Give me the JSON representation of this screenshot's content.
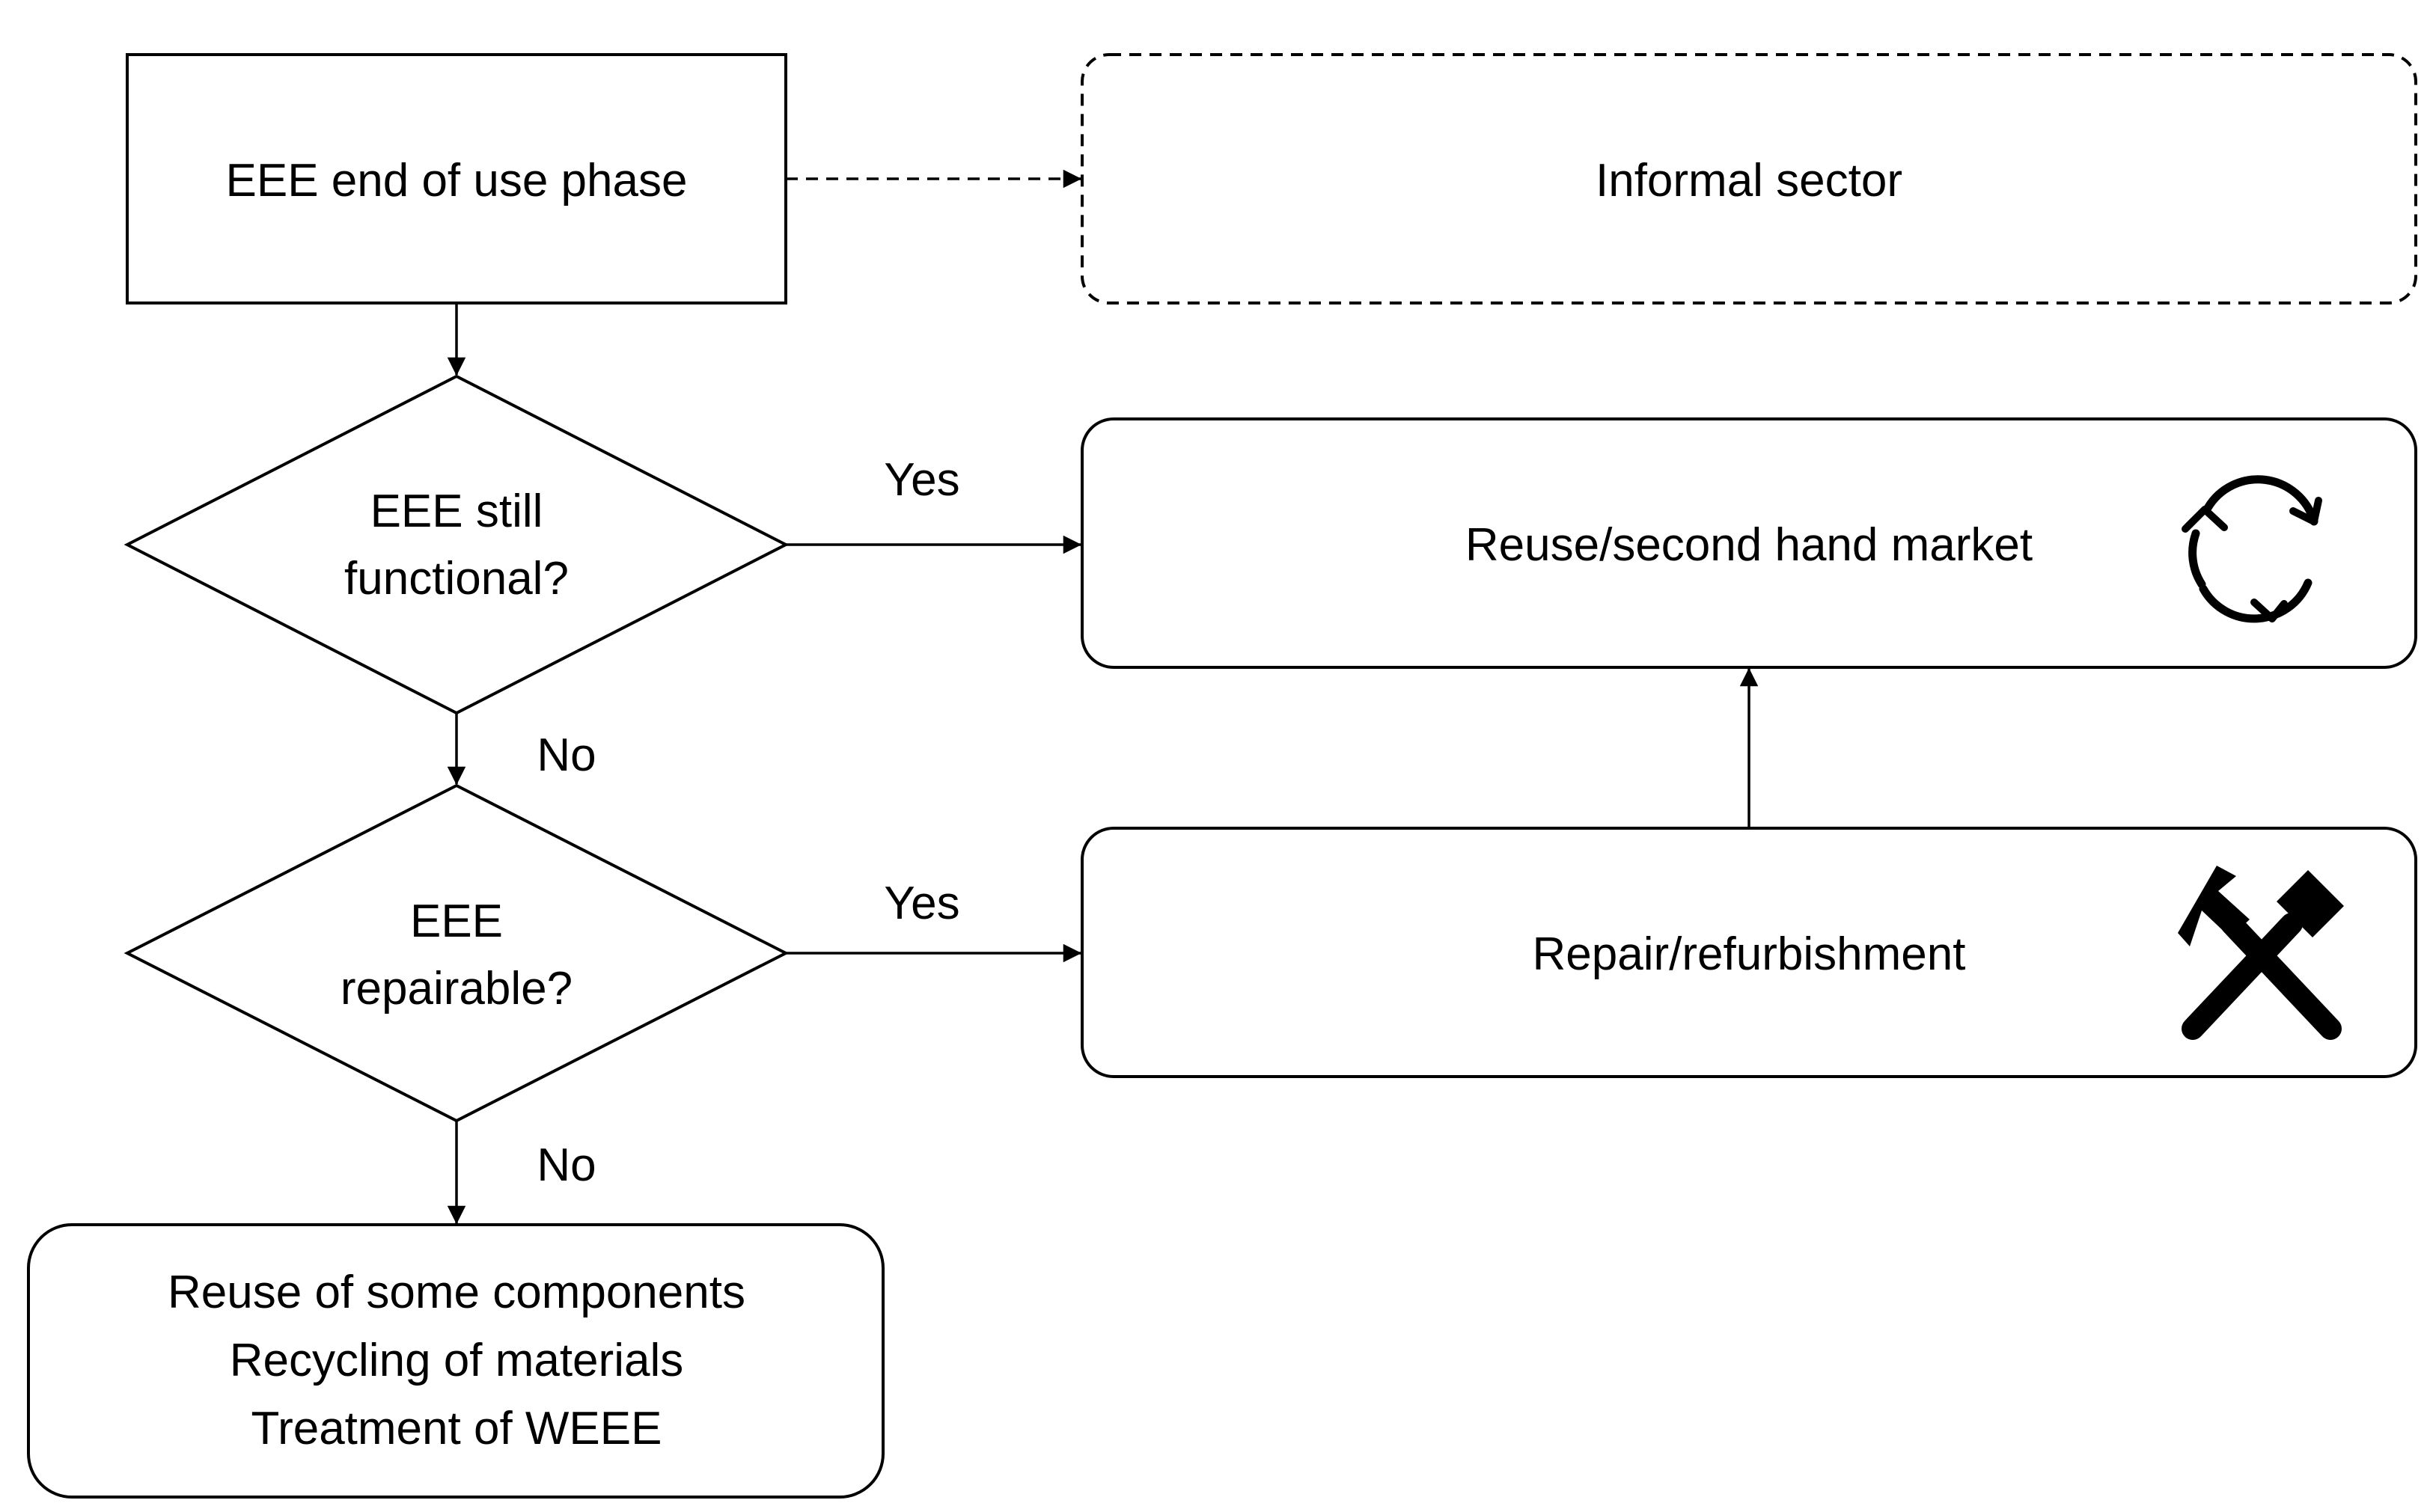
{
  "nodes": {
    "start": {
      "label": "EEE end of use phase"
    },
    "informal": {
      "label": "Informal sector"
    },
    "functional": {
      "line1": "EEE still",
      "line2": "functional?"
    },
    "reuse_market": {
      "label": "Reuse/second hand market",
      "icon": "recycle-icon"
    },
    "repairable": {
      "line1": "EEE",
      "line2": "repairable?"
    },
    "repair": {
      "label": "Repair/refurbishment",
      "icon": "hammers-icon"
    },
    "end_of_life": {
      "line1": "Reuse of some components",
      "line2": "Recycling of materials",
      "line3": "Treatment of WEEE"
    }
  },
  "edges": {
    "functional_yes": "Yes",
    "functional_no": "No",
    "repairable_yes": "Yes",
    "repairable_no": "No"
  },
  "colors": {
    "stroke": "#000000",
    "background": "#ffffff"
  }
}
